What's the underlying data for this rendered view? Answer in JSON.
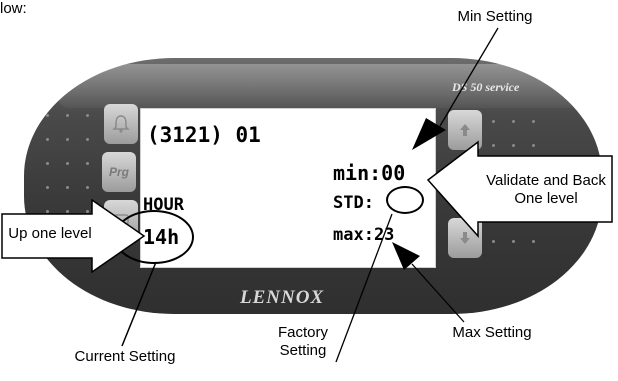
{
  "intro_text": "low:",
  "device": {
    "model_label": "DS 50 service",
    "brand_label": "LENNOX",
    "keys": {
      "alarm_icon": "alarm-bell-icon",
      "prg_label": "Prg",
      "esc_icon": "esc-icon",
      "up_icon": "arrow-up-icon",
      "enter_icon": "enter-icon",
      "down_icon": "arrow-down-icon"
    }
  },
  "screen": {
    "code_line": "(3121) 01",
    "min_line": "min:00",
    "std_line": "STD:",
    "max_line": "max:23",
    "hour_label": "HOUR",
    "current_value": "14h"
  },
  "callouts": {
    "min_setting": "Min Setting",
    "validate": "Validate and Back One level",
    "up_one_level": "Up one level",
    "current_setting": "Current Setting",
    "factory_setting": "Factory Setting",
    "max_setting": "Max Setting"
  },
  "colors": {
    "bezel": "#3a3a3a",
    "key": "#bdbdbd",
    "screen": "#ffffff"
  }
}
